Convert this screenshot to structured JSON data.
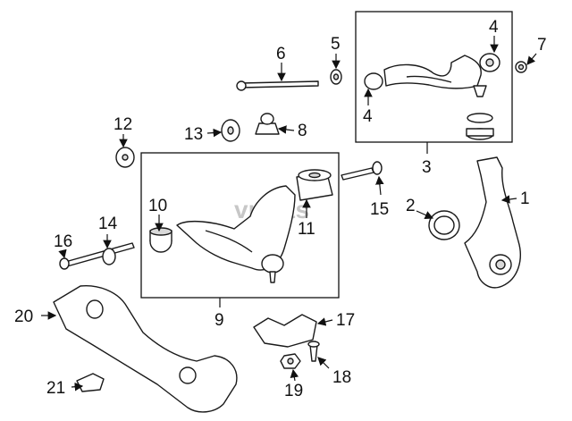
{
  "watermark": "vparts",
  "callouts": {
    "c1": "1",
    "c2": "2",
    "c3": "3",
    "c4a": "4",
    "c4b": "4",
    "c5": "5",
    "c6": "6",
    "c7": "7",
    "c8": "8",
    "c9": "9",
    "c10": "10",
    "c11": "11",
    "c12": "12",
    "c13": "13",
    "c14": "14",
    "c15": "15",
    "c16": "16",
    "c17": "17",
    "c18": "18",
    "c19": "19",
    "c20": "20",
    "c21": "21"
  }
}
